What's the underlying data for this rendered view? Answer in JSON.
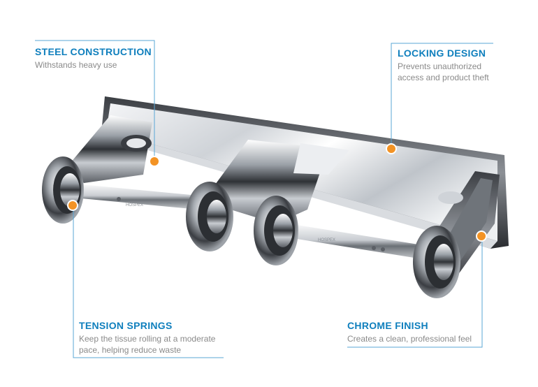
{
  "callouts": {
    "steel": {
      "title": "STEEL CONSTRUCTION",
      "desc": "Withstands heavy use"
    },
    "lock": {
      "title": "LOCKING DESIGN",
      "desc": "Prevents unauthorized access and product theft"
    },
    "tension": {
      "title": "TENSION SPRINGS",
      "desc": "Keep the tissue rolling at a moderate pace, helping reduce waste"
    },
    "chrome": {
      "title": "CHROME FINISH",
      "desc": "Creates a clean, professional feel"
    }
  },
  "product": {
    "engraving": "HOSPEX"
  },
  "colors": {
    "accent": "#0f7fbd",
    "marker": "#f39324",
    "line": "#5aa7d6",
    "text_muted": "#8a8a8a"
  }
}
